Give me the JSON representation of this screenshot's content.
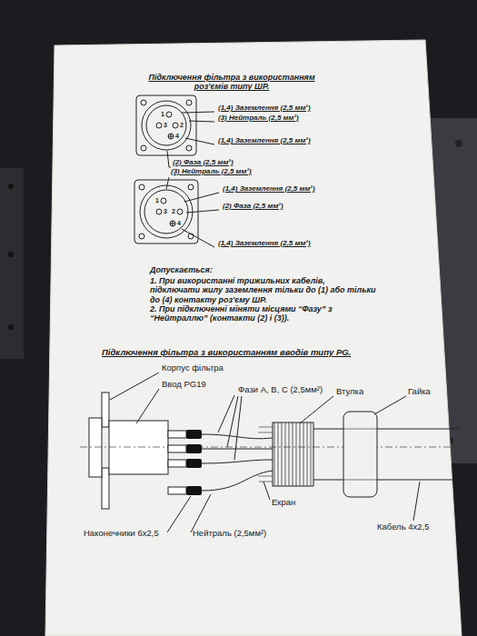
{
  "diagram": {
    "title": "Підключення фільтра з використанням роз'ємів типу ШР.",
    "labels": [
      "(1,4) Заземлення (2,5 мм²)",
      "(3) Нейтраль (2,5 мм²)",
      "1",
      "3",
      "2",
      "4",
      "(1,4) Заземлення (2,5 мм²)",
      "(2) Фаза (2,5 мм²)",
      "(3) Нейтраль (2,5 мм²)",
      "(1,4) Заземлення (2,5 мм²)",
      "1",
      "(2) Фаза (2,5 мм²)",
      "3",
      "2",
      "4",
      "(1,4) Заземлення (2,5 мм²)",
      "Допускається:",
      "1. При використанні трижильних кабелів, підключати жилу заземлення тільки до (1) або тільки до (4) контакту роз'єму ШР.",
      "2. При підключенні міняти місцями “Фазу” з “Нейтраллю” (контакти (2) і (3)).",
      "Підключення фільтра з використанням вводів типу PG.",
      "Корпус фільтра",
      "Ввод PG19",
      "Фази А, В, С (2,5мм²)",
      "Втулка",
      "Гайка",
      "Екран",
      "Наконечники 6х2,5",
      "Нейтраль (2,5мм²)",
      "Кабель 4х2,5"
    ]
  }
}
